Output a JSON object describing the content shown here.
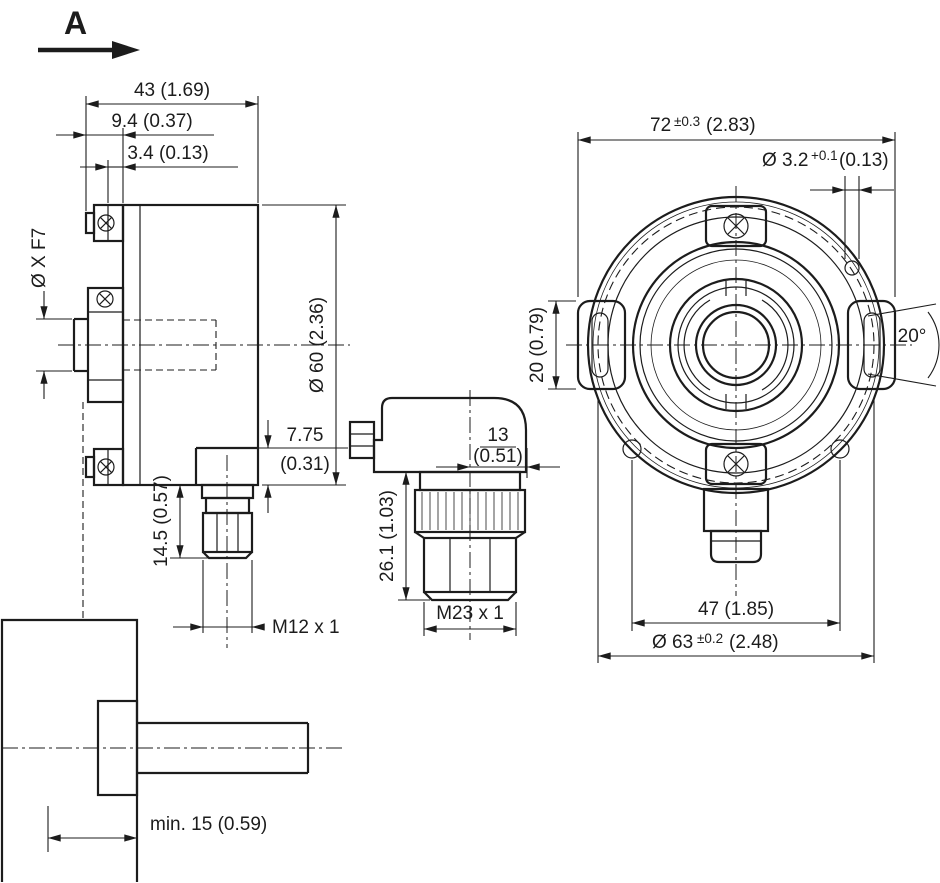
{
  "colors": {
    "ink": "#1c1c1c",
    "background": "#ffffff"
  },
  "view_indicator": {
    "label": "A"
  },
  "side_view": {
    "dim_total_depth": "43 (1.69)",
    "dim_flange_depth": "9.4 (0.37)",
    "dim_plate_depth": "3.4 (0.13)",
    "dim_shaft_bore": "Ø X F7",
    "dim_body_diameter": "Ø 60 (2.36)",
    "dim_boss_height_mm": "7.75",
    "dim_boss_height_inch": "(0.31)",
    "dim_connector_length": "14.5 (0.57)",
    "thread_label": "M12 x 1"
  },
  "connector_view": {
    "dim_offset_mm": "13",
    "dim_offset_inch": "(0.51)",
    "dim_height": "26.1 (1.03)",
    "thread_label": "M23 x 1"
  },
  "front_view": {
    "dim_width": {
      "value": "72",
      "tolerance": "±0.3",
      "inch": "(2.83)"
    },
    "dim_pin_hole": {
      "value": "Ø 3.2",
      "tolerance": "+0.1",
      "inch": "(0.13)"
    },
    "dim_slot_height": "20 (0.79)",
    "dim_slot_angle": "20°",
    "dim_hole_spacing": "47 (1.85)",
    "dim_clamp_diameter": {
      "value": "Ø 63",
      "tolerance": "±0.2",
      "inch": "(2.48)"
    }
  },
  "mounting_view": {
    "dim_min_insertion": "min. 15 (0.59)"
  }
}
